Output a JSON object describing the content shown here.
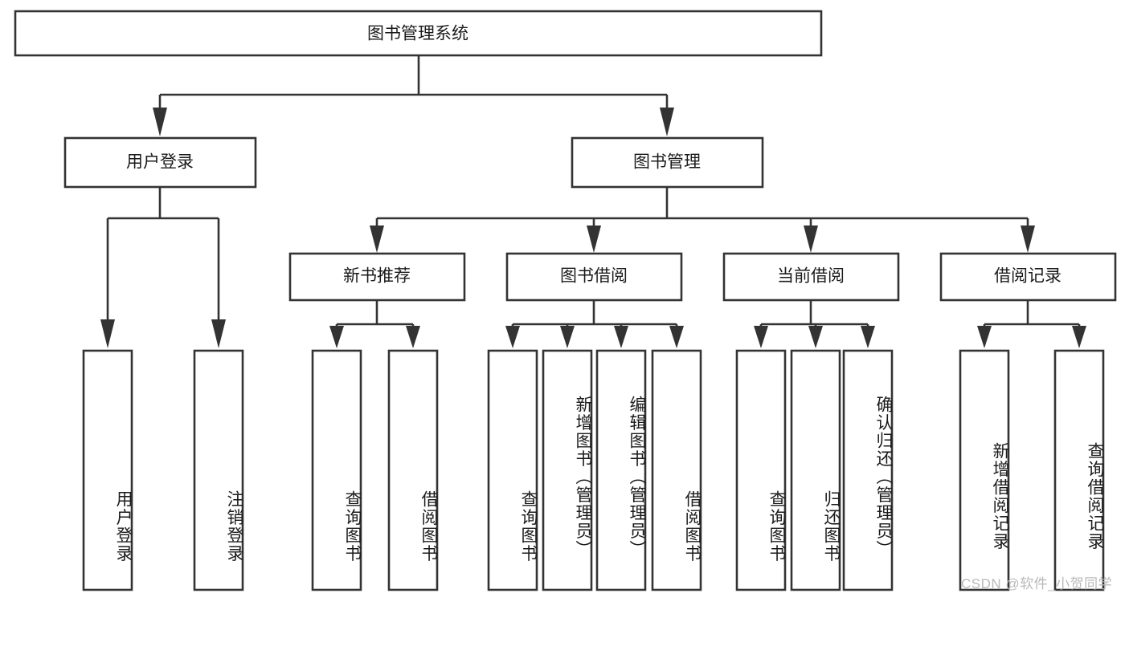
{
  "diagram": {
    "type": "tree-hierarchy",
    "title": "图书管理系统",
    "watermark": "CSDN @软件_小贺同学",
    "colors": {
      "box_stroke": "#333333",
      "box_fill": "#ffffff",
      "text": "#1b1b1b",
      "background": "#ffffff",
      "watermark": "#b9b9b9"
    },
    "levels": {
      "root_label": "图书管理系统",
      "level1": [
        {
          "label": "用户登录"
        },
        {
          "label": "图书管理"
        }
      ],
      "level2": [
        {
          "label": "新书推荐"
        },
        {
          "label": "图书借阅"
        },
        {
          "label": "当前借阅"
        },
        {
          "label": "借阅记录"
        }
      ]
    },
    "leaves": {
      "user_login": [
        {
          "label": "用户登录"
        },
        {
          "label": "注销登录"
        }
      ],
      "new_book_recommend": [
        {
          "label": "查询图书"
        },
        {
          "label": "借阅图书"
        }
      ],
      "book_borrow": [
        {
          "label": "查询图书"
        },
        {
          "label": "新增图书（管理员）"
        },
        {
          "label": "编辑图书（管理员）"
        },
        {
          "label": "借阅图书"
        }
      ],
      "current_borrow": [
        {
          "label": "查询图书"
        },
        {
          "label": "归还图书"
        },
        {
          "label": "确认归还（管理员）"
        }
      ],
      "borrow_record": [
        {
          "label": "新增借阅记录"
        },
        {
          "label": "查询借阅记录"
        }
      ]
    }
  }
}
